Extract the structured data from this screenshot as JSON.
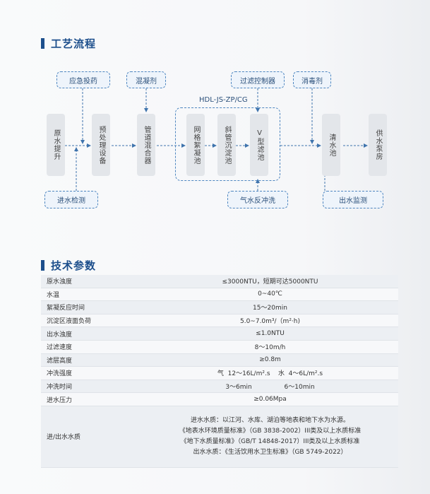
{
  "process": {
    "title": "工艺流程",
    "group_label": "HDL-JS-ZP/CG",
    "additives": {
      "emergency_dosing": "应急投药",
      "coagulant": "混凝剂",
      "filter_controller": "过滤控制器",
      "disinfectant": "消毒剂",
      "inlet_monitoring": "进水检测",
      "air_water_backwash": "气水反冲洗",
      "outlet_monitoring": "出水监测"
    },
    "stages": {
      "raw_water_lift": "原水提升",
      "pretreatment": "预处理设备",
      "pipe_mixer": "管道混合器",
      "grid_flocculation": "网格絮凝池",
      "inclined_settling": "斜管沉淀池",
      "v_filter": "V型滤池",
      "clear_water_tank": "清水池",
      "water_supply_pump": "供水泵房"
    }
  },
  "specs": {
    "title": "技术参数",
    "rows": [
      {
        "name": "原水浊度",
        "value": "≤3000NTU，短期可达5000NTU"
      },
      {
        "name": "水温",
        "value": "0~40℃"
      },
      {
        "name": "絮凝反应时间",
        "value": "15～20min"
      },
      {
        "name": "沉淀区液面负荷",
        "value": "5.0~7.0m³/（m²·h)"
      },
      {
        "name": "出水浊度",
        "value": "≤1.0NTU"
      },
      {
        "name": "过滤速度",
        "value": "8～10m/h"
      },
      {
        "name": "滤层高度",
        "value": "≥0.8m"
      },
      {
        "name": "冲洗强度",
        "value": "气  12～16L/m².s    水  4～6L/m².s"
      },
      {
        "name": "冲洗时间",
        "value": "3～6min                6～10min"
      },
      {
        "name": "进水压力",
        "value": "≥0.06Mpa"
      }
    ],
    "quality": {
      "name": "进/出水水质",
      "lines": [
        "进水水质：以江河、水库、湖泊等地表和地下水为水源。",
        "《地表水环境质量标准》（GB 3838-2002）III类及以上水质标准",
        "《地下水质量标准》（GB/T 14848-2017）III类及以上水质标准",
        "出水水质：《生活饮用水卫生标准》（GB 5749-2022）"
      ]
    }
  },
  "colors": {
    "accent": "#1d4f8c",
    "dashed_border": "#4e86c0",
    "process_box": "#e3e6ea"
  }
}
